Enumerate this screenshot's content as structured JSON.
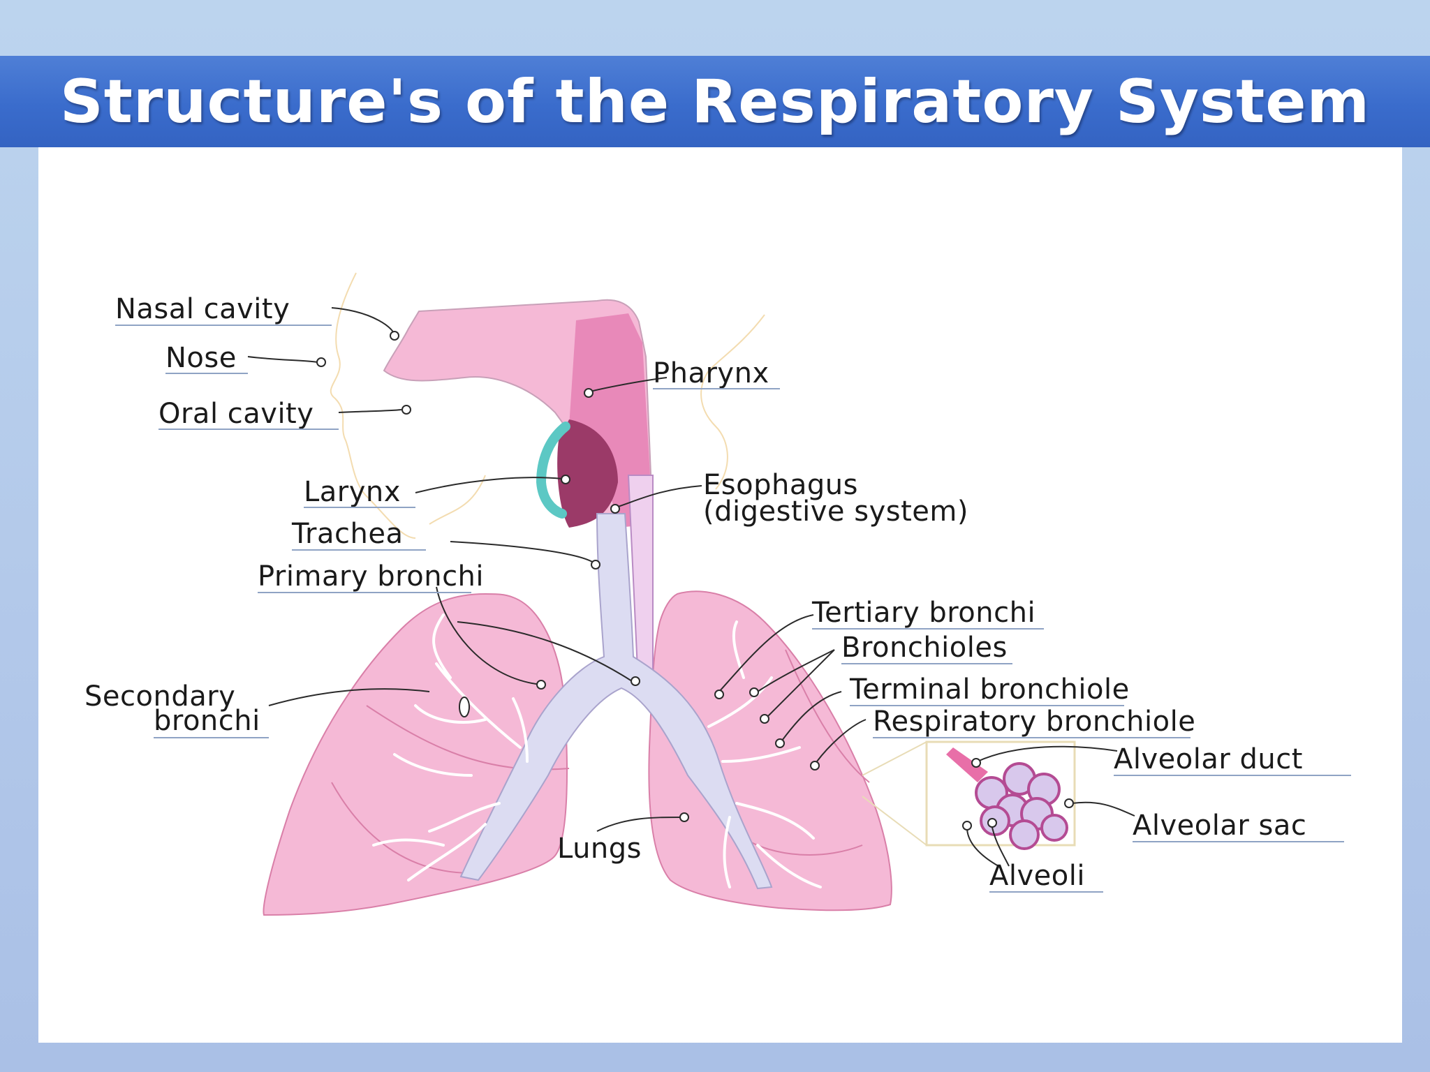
{
  "title": "Structure's of the Respiratory System",
  "labels": {
    "nasal_cavity": "Nasal cavity",
    "nose": "Nose",
    "oral_cavity": "Oral cavity",
    "pharynx": "Pharynx",
    "larynx": "Larynx",
    "esophagus": "Esophagus",
    "esophagus_note": "(digestive system)",
    "trachea": "Trachea",
    "primary_bronchi": "Primary bronchi",
    "tertiary_bronchi": "Tertiary bronchi",
    "bronchioles": "Bronchioles",
    "terminal_bronchiole": "Terminal bronchiole",
    "respiratory_bronchiole": "Respiratory bronchiole",
    "secondary_bronchi_1": "Secondary",
    "secondary_bronchi_2": "bronchi",
    "alveolar_duct": "Alveolar duct",
    "alveolar_sac": "Alveolar sac",
    "lungs": "Lungs",
    "alveoli": "Alveoli"
  },
  "colors": {
    "lung_pink": "#f5b9d6",
    "airway_lavender": "#dcdcf2",
    "pharynx_pink": "#e889b9",
    "larynx_maroon": "#9b3a68",
    "cartilage_teal": "#5cc8c4",
    "title_blue": "#3a6ccc"
  }
}
